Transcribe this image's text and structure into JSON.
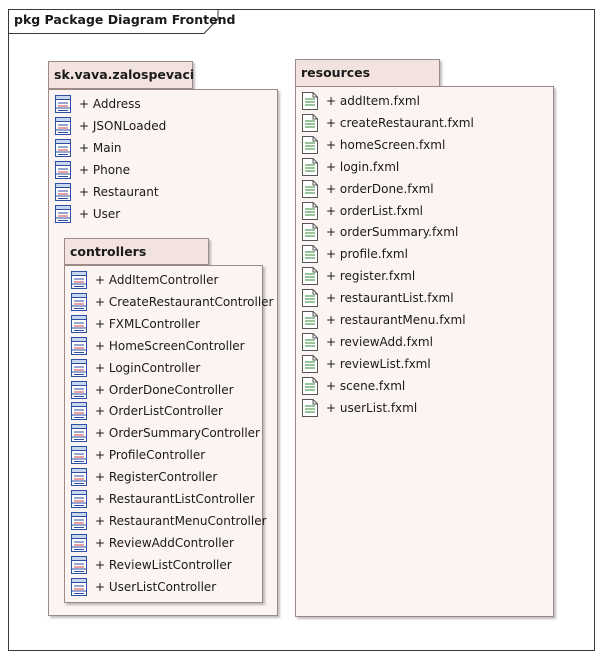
{
  "frame": {
    "title": "pkg Package Diagram Frontend"
  },
  "packages": {
    "main": {
      "name": "sk.vava.zalospevaci",
      "classes": [
        "+ Address",
        "+ JSONLoaded",
        "+ Main",
        "+ Phone",
        "+ Restaurant",
        "+ User"
      ]
    },
    "controllers": {
      "name": "controllers",
      "classes": [
        "+ AddItemController",
        "+ CreateRestaurantController",
        "+ FXMLController",
        "+ HomeScreenController",
        "+ LoginController",
        "+ OrderDoneController",
        "+ OrderListController",
        "+ OrderSummaryController",
        "+ ProfileController",
        "+ RegisterController",
        "+ RestaurantListController",
        "+ RestaurantMenuController",
        "+ ReviewAddController",
        "+ ReviewListController",
        "+ UserListController"
      ]
    },
    "resources": {
      "name": "resources",
      "files": [
        "+ addItem.fxml",
        "+ createRestaurant.fxml",
        "+ homeScreen.fxml",
        "+ login.fxml",
        "+ orderDone.fxml",
        "+ orderList.fxml",
        "+ orderSummary.fxml",
        "+ profile.fxml",
        "+ register.fxml",
        "+ restaurantList.fxml",
        "+ restaurantMenu.fxml",
        "+ reviewAdd.fxml",
        "+ reviewList.fxml",
        "+ scene.fxml",
        "+ userList.fxml"
      ]
    }
  },
  "icons": {
    "class": "class-icon",
    "file": "file-icon"
  },
  "colors": {
    "package_fill": "#fbf4f2",
    "package_tab": "#f3e3df",
    "border": "#9b8a86",
    "class_icon": "#2b4fa3",
    "file_icon": "#2e8b3a"
  }
}
